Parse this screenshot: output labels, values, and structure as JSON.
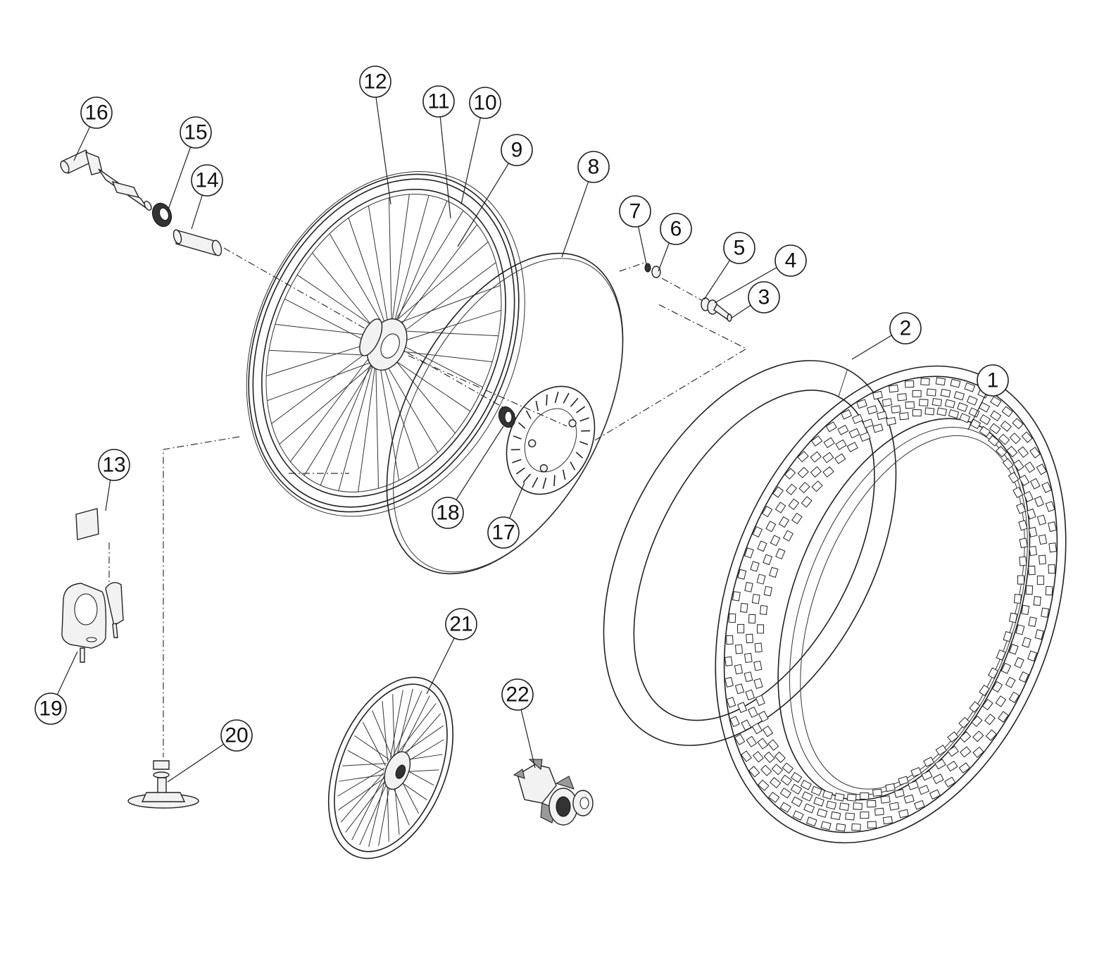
{
  "diagram": {
    "type": "exploded-parts-diagram",
    "callouts": [
      {
        "id": "1",
        "label": "1"
      },
      {
        "id": "2",
        "label": "2"
      },
      {
        "id": "3",
        "label": "3"
      },
      {
        "id": "4",
        "label": "4"
      },
      {
        "id": "5",
        "label": "5"
      },
      {
        "id": "6",
        "label": "6"
      },
      {
        "id": "7",
        "label": "7"
      },
      {
        "id": "8",
        "label": "8"
      },
      {
        "id": "9",
        "label": "9"
      },
      {
        "id": "10",
        "label": "10"
      },
      {
        "id": "11",
        "label": "11"
      },
      {
        "id": "12",
        "label": "12"
      },
      {
        "id": "13",
        "label": "13"
      },
      {
        "id": "14",
        "label": "14"
      },
      {
        "id": "15",
        "label": "15"
      },
      {
        "id": "16",
        "label": "16"
      },
      {
        "id": "17",
        "label": "17"
      },
      {
        "id": "18",
        "label": "18"
      },
      {
        "id": "19",
        "label": "19"
      },
      {
        "id": "20",
        "label": "20"
      },
      {
        "id": "21",
        "label": "21"
      },
      {
        "id": "22",
        "label": "22"
      }
    ],
    "colors": {
      "line": "#222222",
      "background": "#ffffff"
    }
  }
}
